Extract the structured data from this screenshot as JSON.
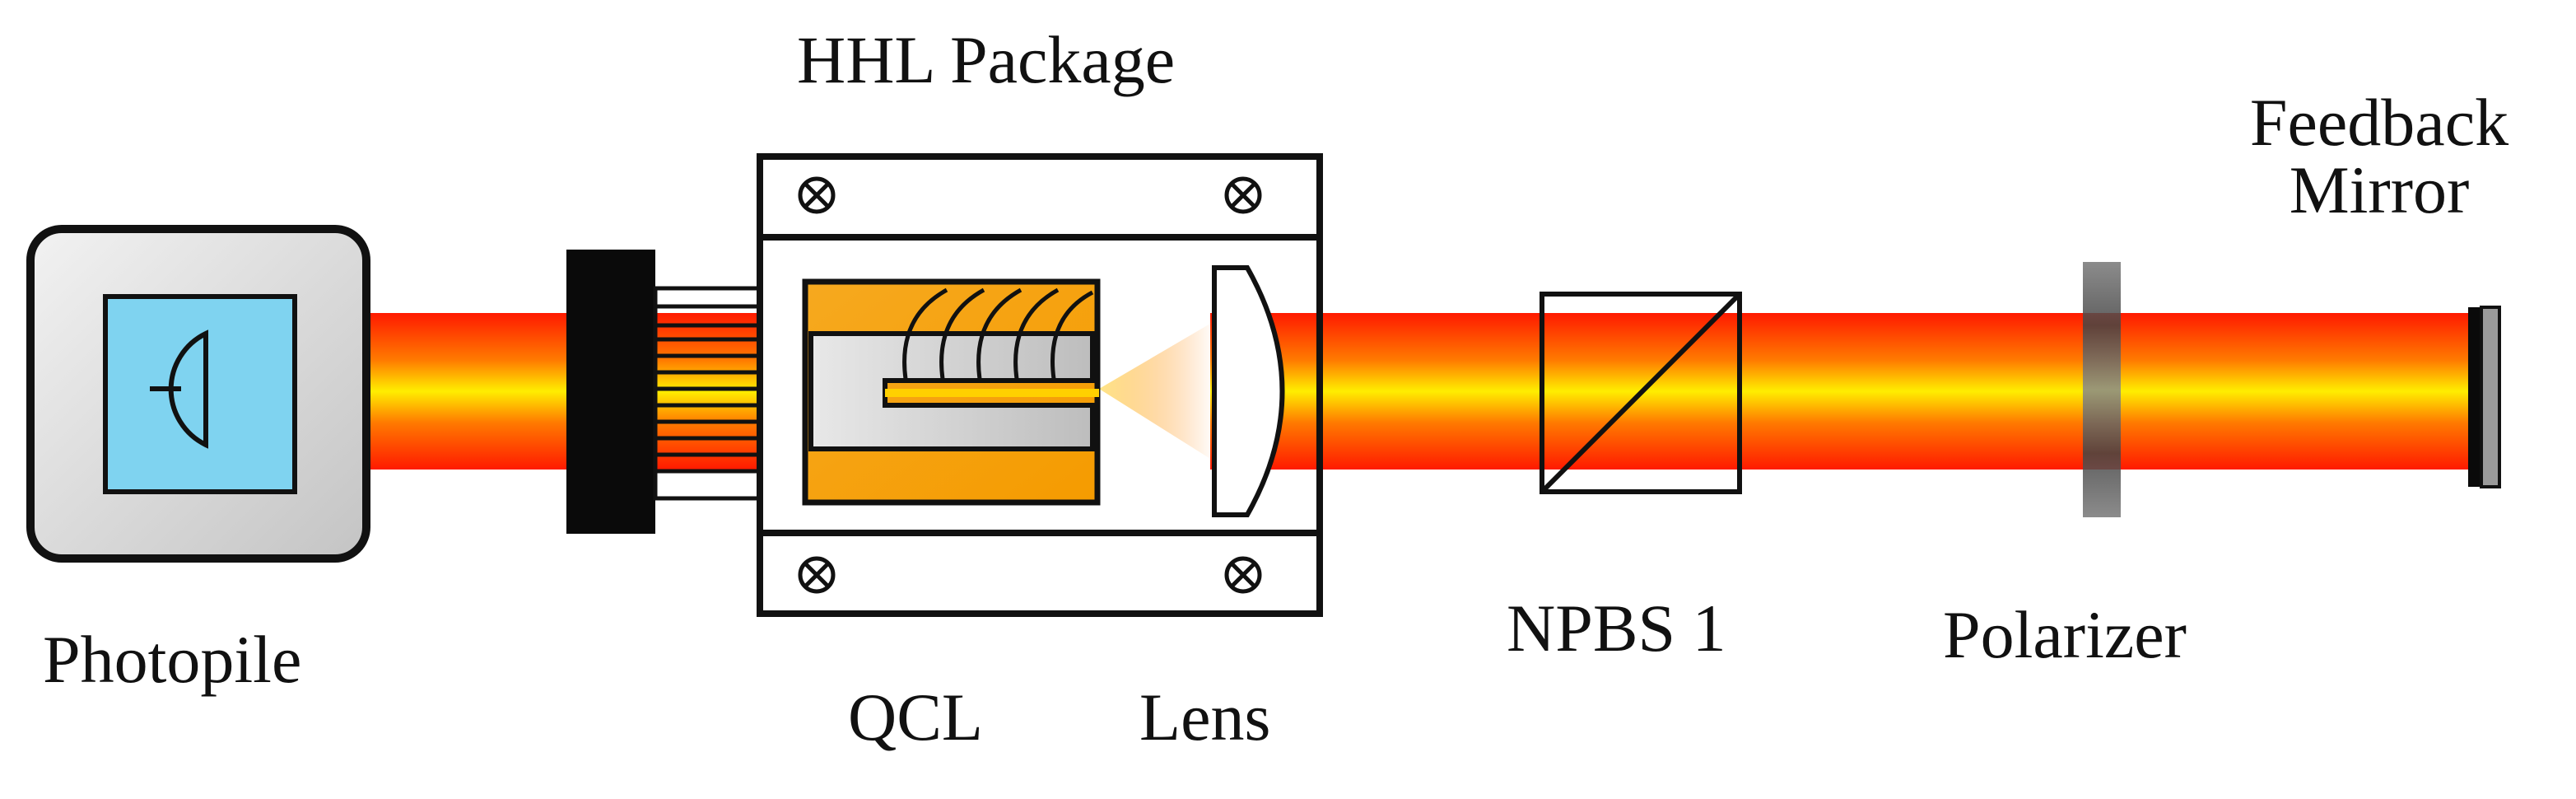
{
  "labels": {
    "hhl_package": "HHL Package",
    "feedback_line1": "Feedback",
    "feedback_line2": "Mirror",
    "photopile": "Photopile",
    "qcl": "QCL",
    "lens": "Lens",
    "npbs": "NPBS 1",
    "polarizer": "Polarizer"
  },
  "colors": {
    "beam_outer": "#ff1a00",
    "beam_inner": "#ffee00",
    "detector_blue": "#7fd3f0",
    "qcl_orange": "#f7a21f",
    "housing_gray": "#d8d8d8",
    "outline": "#111111"
  },
  "icons": [
    "photodiode-icon",
    "screw-icon"
  ]
}
